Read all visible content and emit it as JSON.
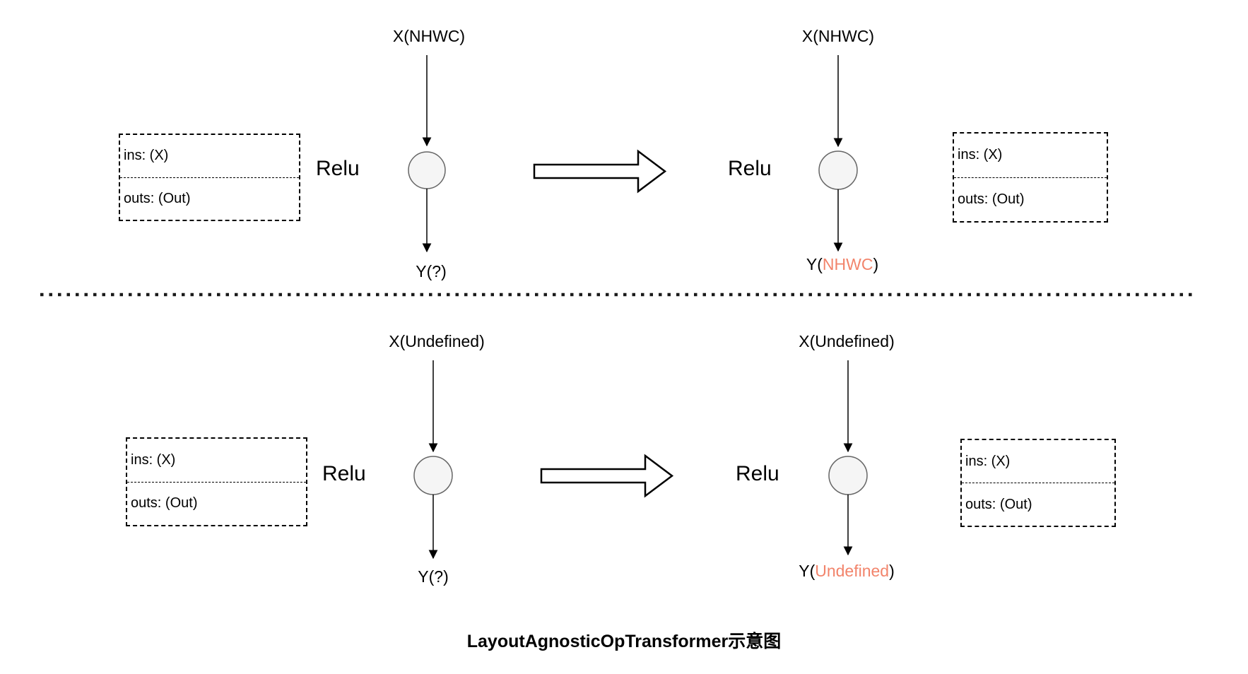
{
  "title": "LayoutAgnosticOpTransformer示意图",
  "colors": {
    "highlight": "#F2846B",
    "node_fill": "#F5F5F5",
    "node_stroke": "#666666",
    "line": "#000000"
  },
  "panels": {
    "top": {
      "before": {
        "input_label": "X(NHWC)",
        "op_label": "Relu",
        "output_label": "Y(?)",
        "attrs": {
          "ins": "ins: (X)",
          "outs": "outs: (Out)"
        }
      },
      "after": {
        "input_label": "X(NHWC)",
        "op_label": "Relu",
        "output_prefix": "Y(",
        "output_highlight": "NHWC",
        "output_suffix": ")",
        "attrs": {
          "ins": "ins: (X)",
          "outs": "outs: (Out)"
        }
      }
    },
    "bottom": {
      "before": {
        "input_label": "X(Undefined)",
        "op_label": "Relu",
        "output_label": "Y(?)",
        "attrs": {
          "ins": "ins: (X)",
          "outs": "outs: (Out)"
        }
      },
      "after": {
        "input_label": "X(Undefined)",
        "op_label": "Relu",
        "output_prefix": "Y(",
        "output_highlight": "Undefined",
        "output_suffix": ")",
        "attrs": {
          "ins": "ins: (X)",
          "outs": "outs: (Out)"
        }
      }
    }
  }
}
